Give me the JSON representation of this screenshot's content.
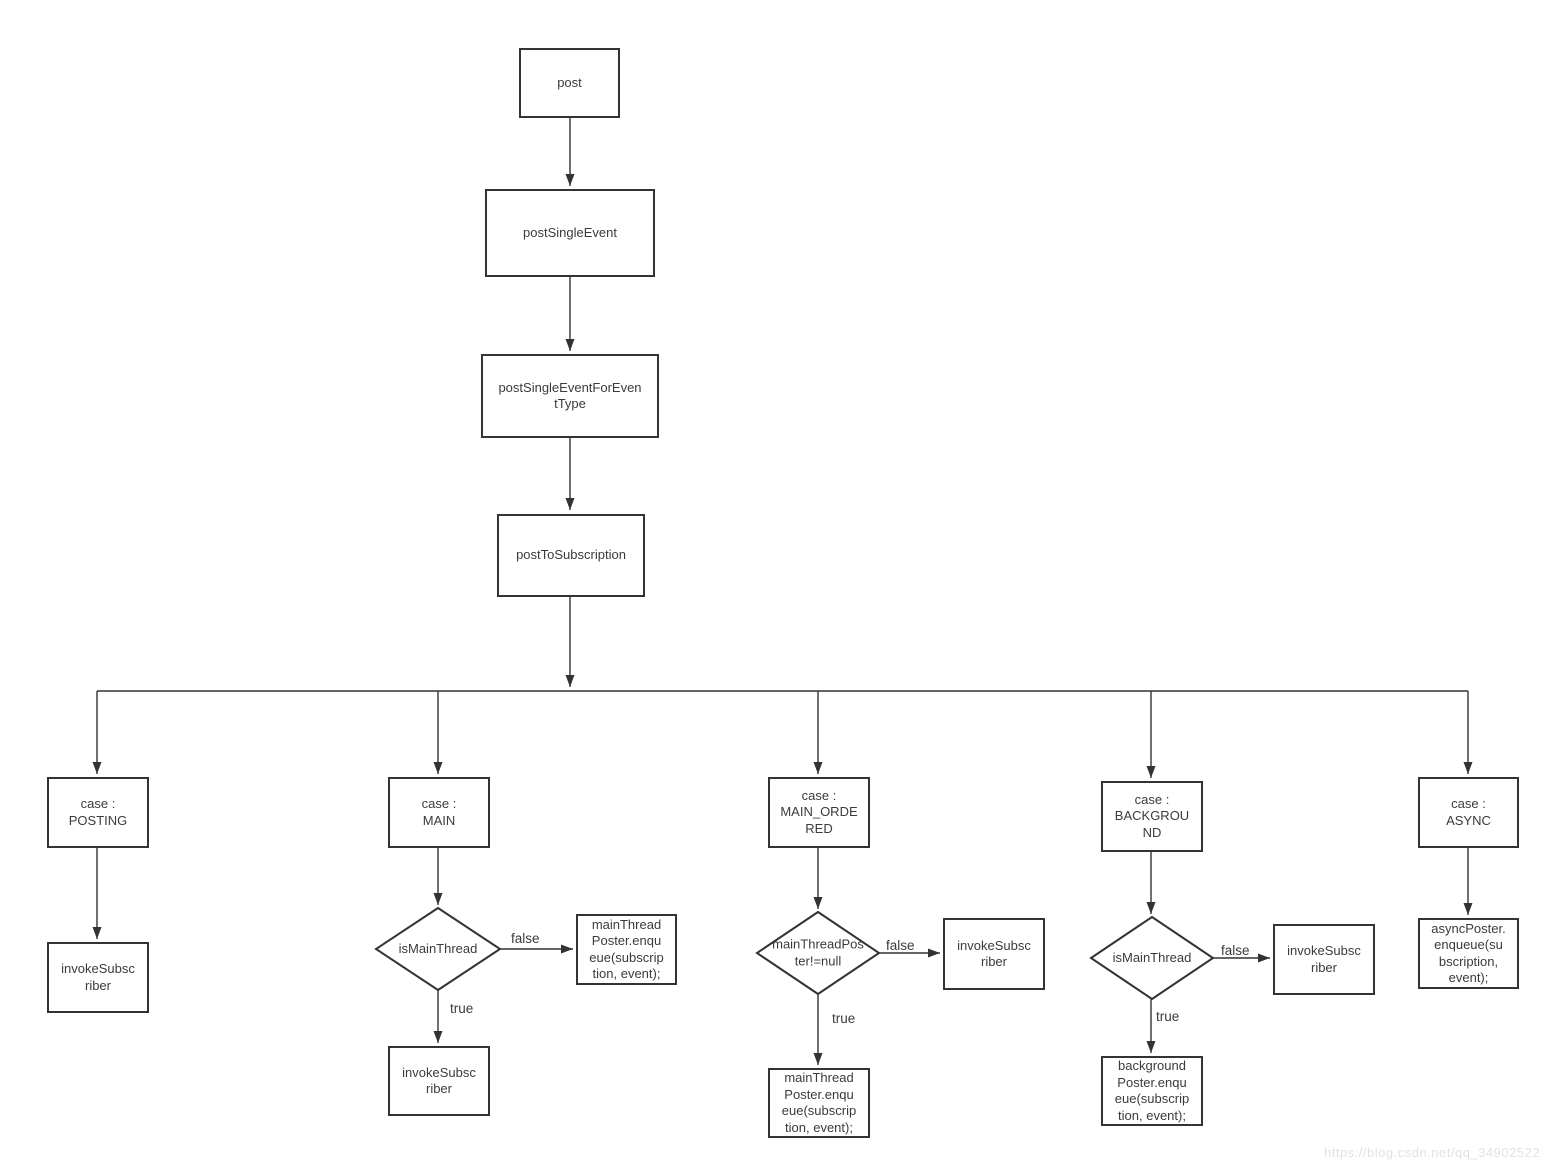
{
  "watermark": "https://blog.csdn.net/qq_34902522",
  "diagram": {
    "nodes": {
      "post": {
        "label": "post"
      },
      "post_single_event": {
        "label": "postSingleEvent"
      },
      "post_single_event_for_event_type": {
        "label": "postSingleEventForEven\ntType"
      },
      "post_to_subscription": {
        "label": "postToSubscription"
      },
      "case_posting": {
        "label": "case :\nPOSTING"
      },
      "case_main": {
        "label": "case :\nMAIN"
      },
      "case_main_ordered": {
        "label": "case :\nMAIN_ORDE\nRED"
      },
      "case_background": {
        "label": "case :\nBACKGROU\nND"
      },
      "case_async": {
        "label": "case :\nASYNC"
      },
      "invoke_posting": {
        "label": "invokeSubsc\nriber"
      },
      "invoke_main_true": {
        "label": "invokeSubsc\nriber"
      },
      "invoke_main_ordered_false": {
        "label": "invokeSubsc\nriber"
      },
      "invoke_background_false": {
        "label": "invokeSubsc\nriber"
      },
      "main_thread_poster_enqueue_false": {
        "label": "mainThread\nPoster.enqu\neue(subscrip\ntion, event);"
      },
      "main_thread_poster_enqueue_true": {
        "label": "mainThread\nPoster.enqu\neue(subscrip\ntion, event);"
      },
      "background_poster_enqueue": {
        "label": "background\nPoster.enqu\neue(subscrip\ntion, event);"
      },
      "async_poster_enqueue": {
        "label": "asyncPoster.\nenqueue(su\nbscription,\nevent);"
      },
      "decision_is_main_thread_main": {
        "label": "isMainThread"
      },
      "decision_main_thread_poster_not_null": {
        "label": "mainThreadPos\nter!=null"
      },
      "decision_is_main_thread_background": {
        "label": "isMainThread"
      }
    },
    "edge_labels": {
      "main_false": "false",
      "main_true": "true",
      "main_ordered_false": "false",
      "main_ordered_true": "true",
      "background_false": "false",
      "background_true": "true"
    }
  }
}
